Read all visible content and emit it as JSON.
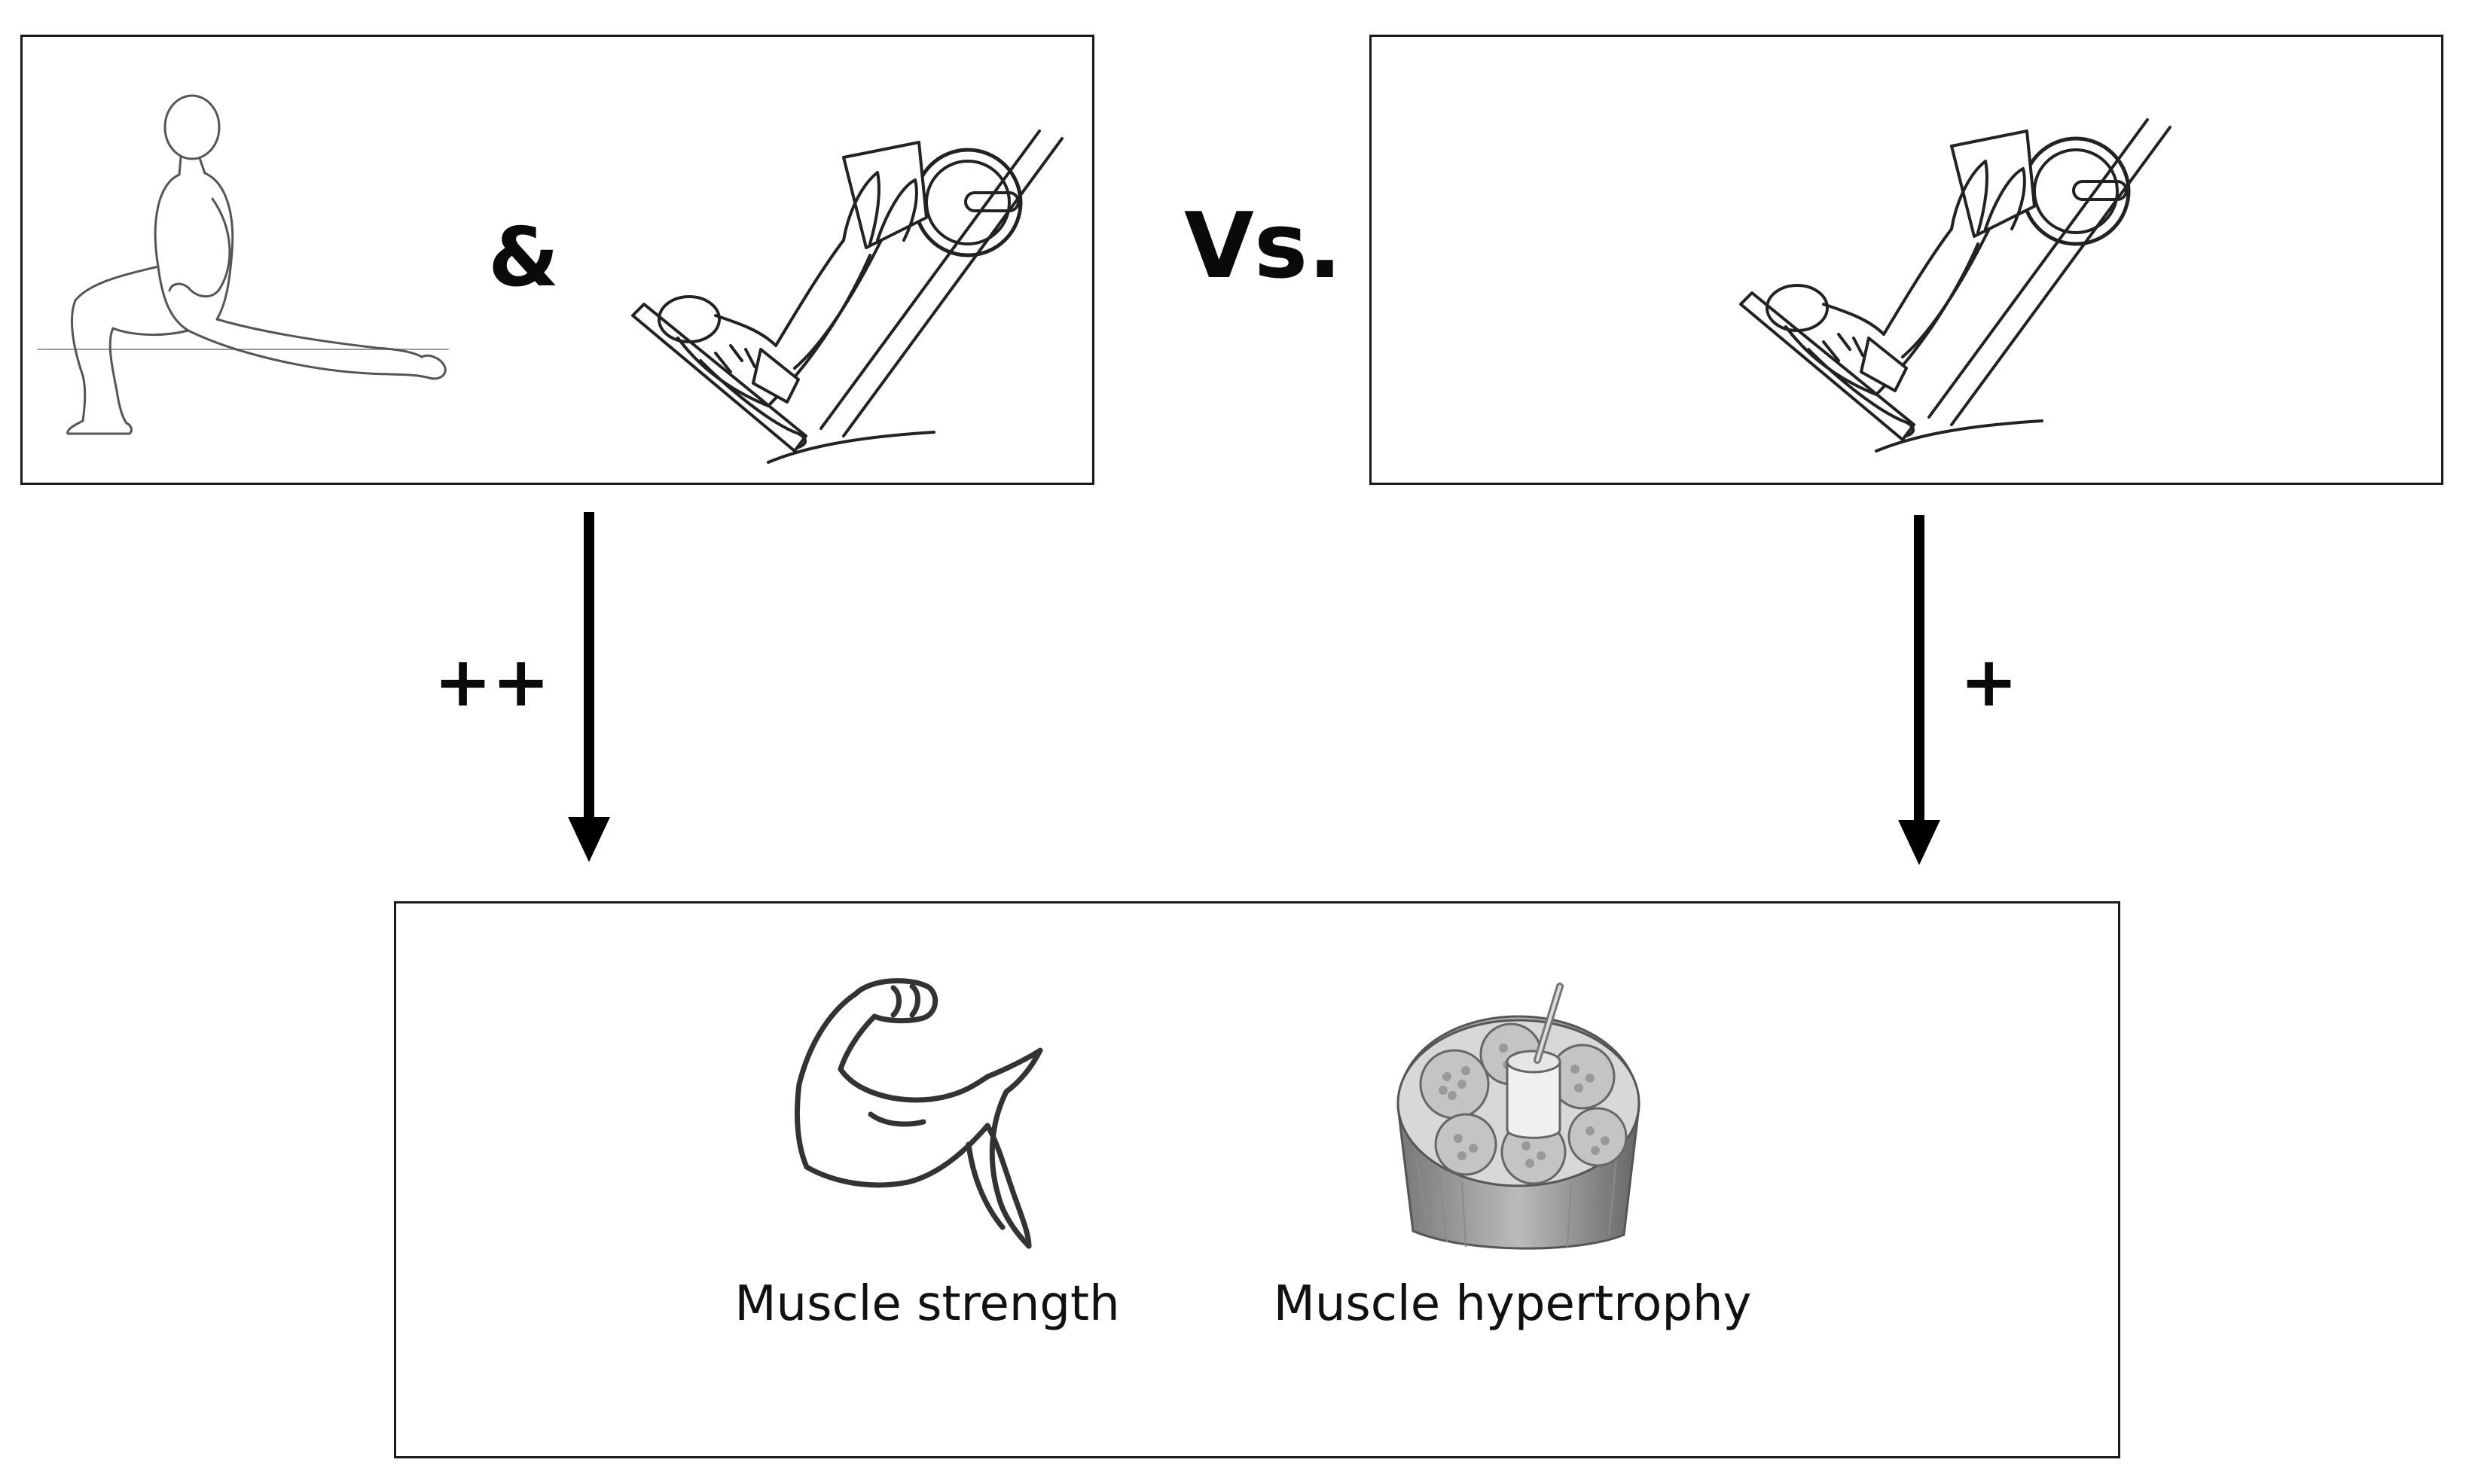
{
  "connectors": {
    "and": "&",
    "versus": "Vs.",
    "left_effect": "++",
    "right_effect": "+"
  },
  "outcomes": {
    "strength_label": "Muscle strength",
    "hypertrophy_label": "Muscle hypertrophy"
  },
  "icons": {
    "stretch": "kneeling-stretch-figure-icon",
    "leg_press": "leg-press-machine-icon",
    "strength": "flexed-bicep-icon",
    "hypertrophy": "muscle-cross-section-icon"
  },
  "colors": {
    "ink": "#111111",
    "border": "#1a1a1a"
  }
}
